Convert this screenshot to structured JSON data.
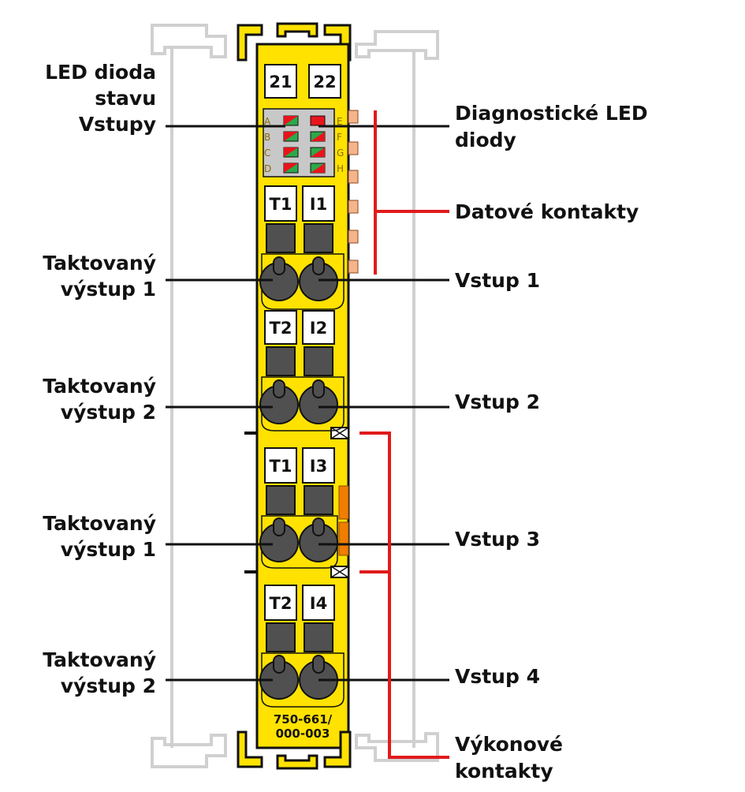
{
  "diagram": {
    "left_labels": [
      [
        "LED dioda",
        "stavu",
        "Vstupy"
      ],
      [
        "Taktovaný",
        "výstup 1"
      ],
      [
        "Taktovaný",
        "výstup 2"
      ],
      [
        "Taktovaný",
        "výstup 1"
      ],
      [
        "Taktovaný",
        "výstup 2"
      ]
    ],
    "right_labels": [
      [
        "Diagnostické LED",
        "diody"
      ],
      [
        "Datové kontakty"
      ],
      [
        "Vstup 1"
      ],
      [
        "Vstup 2"
      ],
      [
        "Vstup 3"
      ],
      [
        "Vstup 4"
      ],
      [
        "Výkonové",
        "kontakty"
      ]
    ],
    "module": {
      "top_terminals": [
        "21",
        "22"
      ],
      "terminal_groups": [
        [
          "T1",
          "I1"
        ],
        [
          "T2",
          "I2"
        ],
        [
          "T1",
          "I3"
        ],
        [
          "T2",
          "I4"
        ]
      ],
      "led_letters_left": [
        "A",
        "B",
        "C",
        "D"
      ],
      "led_letters_right": [
        "E",
        "F",
        "G",
        "H"
      ],
      "model_number": [
        "750-661/",
        "000-003"
      ]
    },
    "colors": {
      "module_body": "#ffe200",
      "module_outline": "#111111",
      "terminal_block": "#505050",
      "rail": "#d0d0d0",
      "callout_red": "#e11a1a",
      "led_red": "#e8141c",
      "led_green": "#2da84a",
      "power_contact": "#f07d00",
      "data_contact": "#f6b48a"
    }
  }
}
